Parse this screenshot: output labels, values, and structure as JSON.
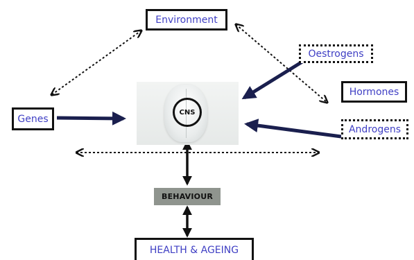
{
  "nodes": {
    "environment": "Environment",
    "genes": "Genes",
    "oestrogens": "Oestrogens",
    "hormones": "Hormones",
    "androgens": "Androgens",
    "cns": "CNS",
    "behaviour": "BEHAVIOUR",
    "health_ageing": "HEALTH & AGEING"
  },
  "colors": {
    "label_text": "#3f3fc4",
    "arrow_solid": "#1a1f4e",
    "border": "#111111",
    "behaviour_bg": "#8f948e"
  }
}
